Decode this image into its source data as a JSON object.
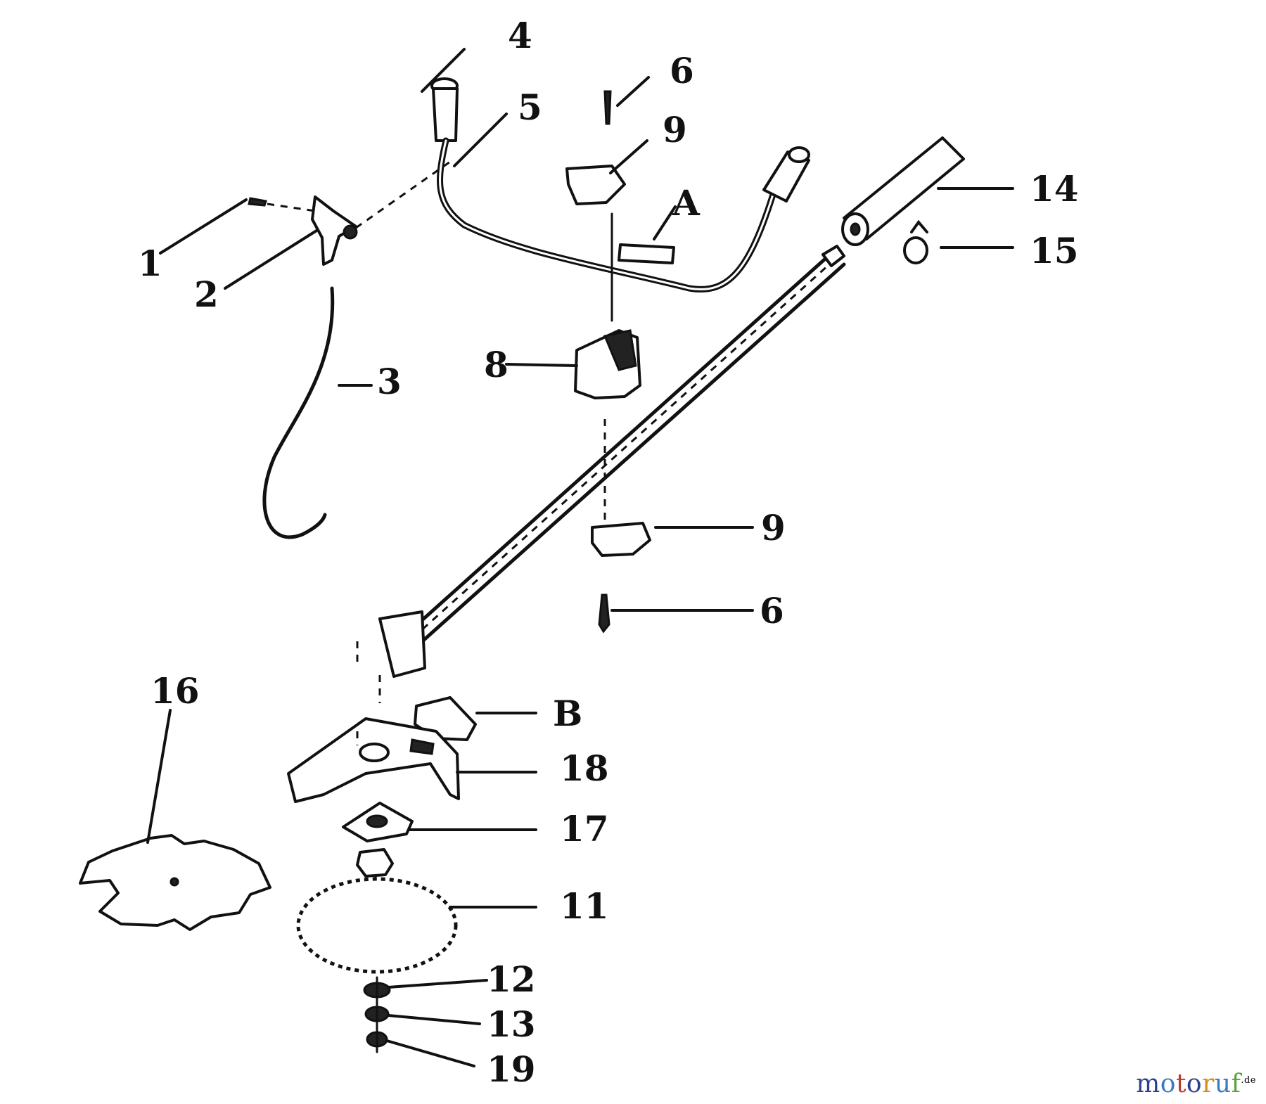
{
  "callouts": {
    "c1": "1",
    "c2": "2",
    "c3": "3",
    "c4": "4",
    "c5": "5",
    "c6_top": "6",
    "c9_top": "9",
    "cA": "A",
    "c14": "14",
    "c15": "15",
    "c8": "8",
    "c9_bottom": "9",
    "c6_bottom": "6",
    "c16": "16",
    "cB": "B",
    "c18": "18",
    "c17": "17",
    "c11": "11",
    "c12": "12",
    "c13": "13",
    "c19": "19"
  },
  "watermark": {
    "text": "motoruf",
    "suffix": ".de",
    "letter_colors": [
      "#2e3f8f",
      "#3b7bbf",
      "#c0392b",
      "#2e3f8f",
      "#d98b1c",
      "#3b7bbf",
      "#5aa13c"
    ]
  },
  "colors": {
    "ink": "#111111",
    "background": "#ffffff"
  }
}
